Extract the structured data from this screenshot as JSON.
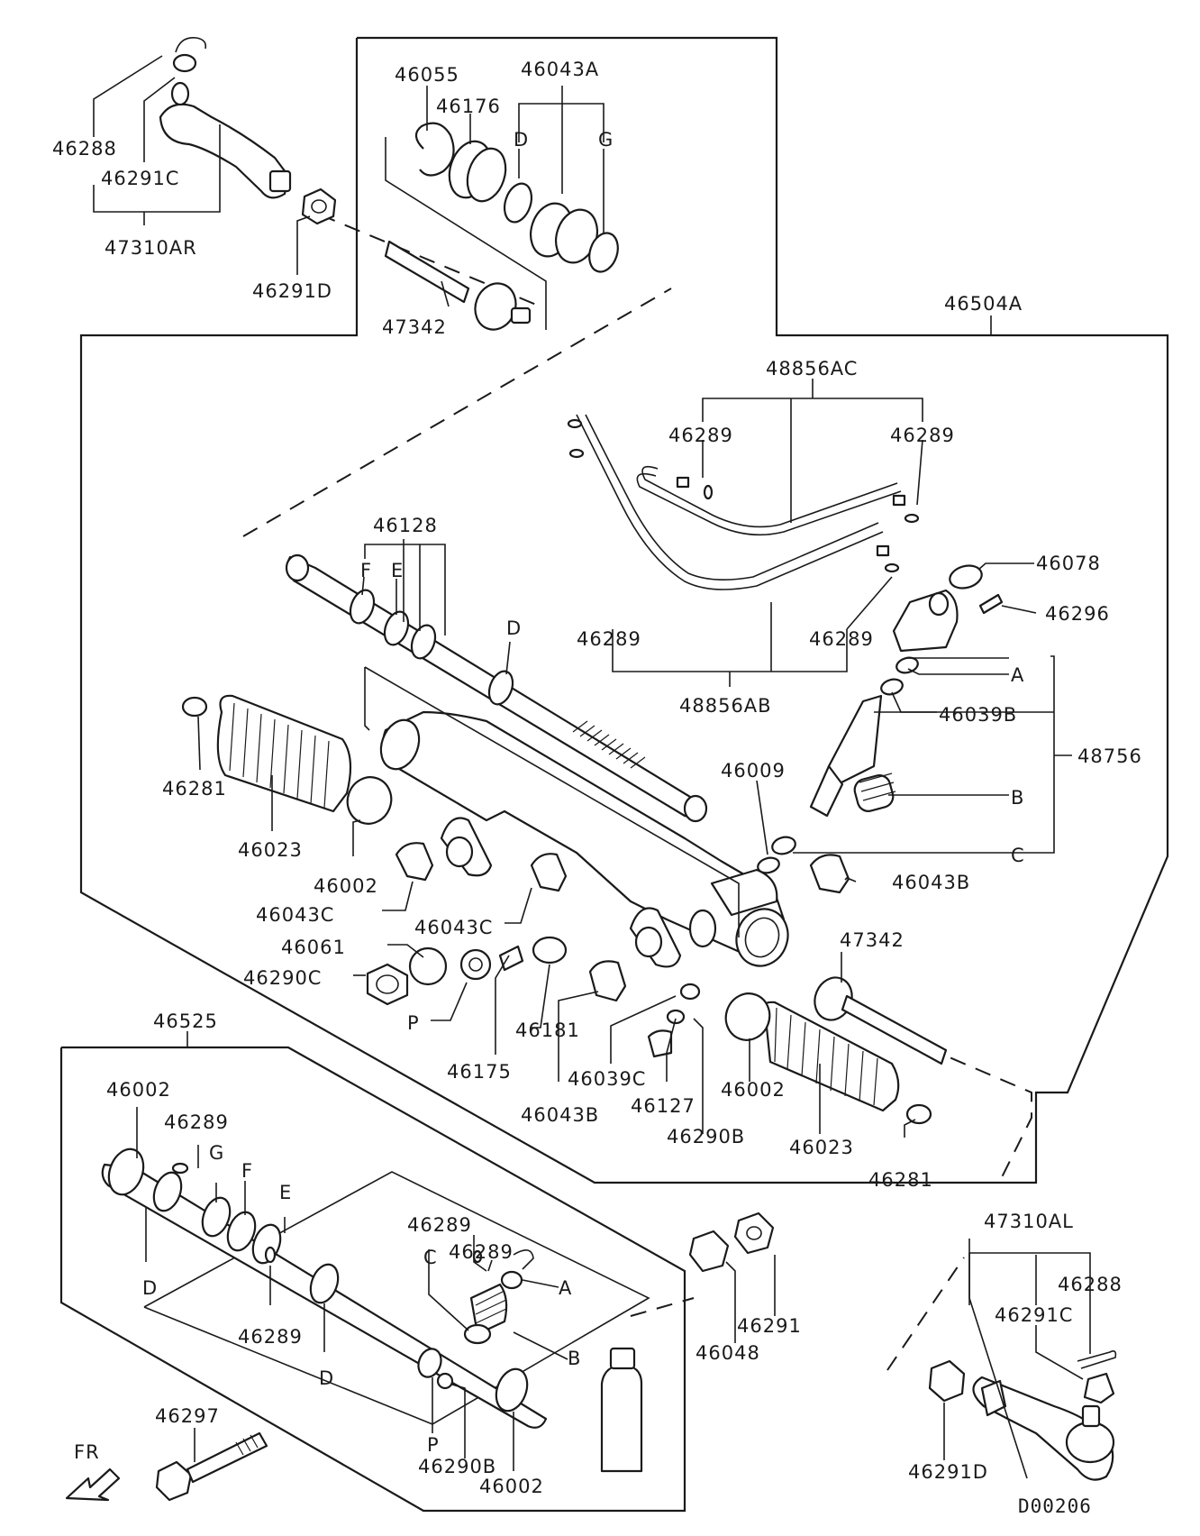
{
  "diagram_code": "D00206",
  "direction_label": "FR",
  "labels": {
    "l46288_tl": "46288",
    "l46291C_tl": "46291C",
    "l47310AR": "47310AR",
    "l46291D_tl": "46291D",
    "l46055": "46055",
    "l46043A": "46043A",
    "l46176": "46176",
    "lD_top": "D",
    "lG_top": "G",
    "l47342_top": "47342",
    "l46504A": "46504A",
    "l48856AC": "48856AC",
    "l46289_a": "46289",
    "l46289_b": "46289",
    "l46289_c": "46289",
    "l46289_d": "46289",
    "l48856AB": "48856AB",
    "l46078": "46078",
    "l46296": "46296",
    "lA_right": "A",
    "l46039B": "46039B",
    "l48756": "48756",
    "lB_right": "B",
    "lC_right": "C",
    "l46009": "46009",
    "l46128": "46128",
    "lF_mid": "F",
    "lE_mid": "E",
    "lD_mid": "D",
    "l46281_left": "46281",
    "l46023_left": "46023",
    "l46002_left": "46002",
    "l46043C_a": "46043C",
    "l46043C_b": "46043C",
    "l46043B_right": "46043B",
    "l46061": "46061",
    "l46290C": "46290C",
    "lP_mid": "P",
    "l46175": "46175",
    "l46181": "46181",
    "l46043B_mid": "46043B",
    "l46039C": "46039C",
    "l46127": "46127",
    "l46290B_mid": "46290B",
    "l46002_mid": "46002",
    "l46023_right": "46023",
    "l47342_mid": "47342",
    "l46281_right": "46281",
    "l46525": "46525",
    "l46002_kit_top": "46002",
    "l46289_kit_a": "46289",
    "lG_kit": "G",
    "lF_kit": "F",
    "lE_kit": "E",
    "lD_kit_left": "D",
    "l46289_kit_b": "46289",
    "lD_kit_mid": "D",
    "l46289_kit_c": "46289",
    "l46289_kit_d": "46289",
    "lC_kit": "C",
    "lA_kit": "A",
    "lB_kit": "B",
    "lP_kit": "P",
    "l46290B_kit": "46290B",
    "l46002_kit_bottom": "46002",
    "l46048": "46048",
    "l46291_kit": "46291",
    "l46297": "46297",
    "l47310AL": "47310AL",
    "l46288_br": "46288",
    "l46291C_br": "46291C",
    "l46291D_br": "46291D"
  }
}
